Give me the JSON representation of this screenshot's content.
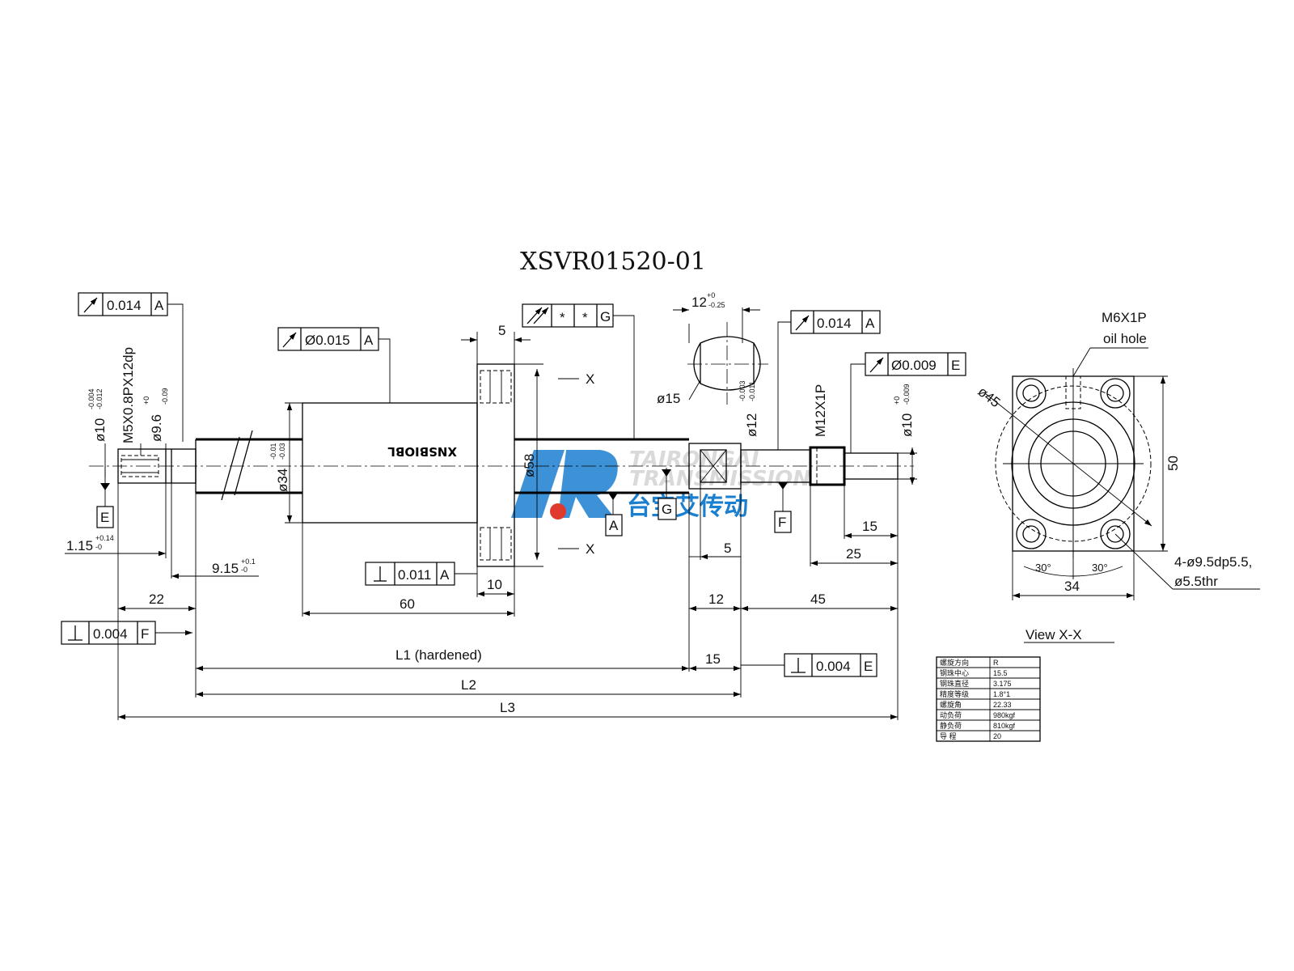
{
  "title": "XSVR01520-01",
  "watermark": {
    "name_en_1": "TAIRONGAI",
    "name_en_2": "TRANSMISSION",
    "name_cn": "台宝艾传动",
    "colors": {
      "blue": "#1b7fd0",
      "red": "#e03a2f",
      "gray": "#cfcfcf"
    }
  },
  "gdt": {
    "left_runout": {
      "value": "0.014",
      "datum": "A"
    },
    "nut_runout": {
      "value": "Ø0.015",
      "datum": "A"
    },
    "flange_runout": {
      "v1": "*",
      "v2": "*",
      "datum": "G"
    },
    "right_runout": {
      "value": "0.014",
      "datum": "A"
    },
    "end_runout": {
      "value": "Ø0.009",
      "datum": "E"
    },
    "flange_perp": {
      "value": "0.011",
      "datum": "A"
    },
    "left_perp": {
      "value": "0.004",
      "datum": "F"
    },
    "right_perp": {
      "value": "0.004",
      "datum": "E"
    }
  },
  "datums": {
    "a": "A",
    "g": "G",
    "f": "F",
    "e": "E"
  },
  "dims": {
    "d_left_shaft": "ø10",
    "d_left_shaft_tol_up": "-0.004",
    "d_left_shaft_tol_lo": "-0.012",
    "thread_left": "M5X0.8PX12dp",
    "d_groove": "ø9.6",
    "d_groove_tol_up": "+0",
    "d_groove_tol_lo": "-0.09",
    "d_nut": "ø34",
    "d_nut_tol_up": "-0.01",
    "d_nut_tol_lo": "-0.03",
    "d_flange": "ø58",
    "flange_w": "5",
    "key_w": "12",
    "key_w_tol_up": "+0",
    "key_w_tol_lo": "-0.25",
    "key_d": "ø15",
    "d_right_shaft": "ø12",
    "d_right_shaft_tol_up": "-0.003",
    "d_right_shaft_tol_lo": "-0.011",
    "thread_right": "M12X1P",
    "d_end": "ø10",
    "d_end_tol_up": "+0",
    "d_end_tol_lo": "-0.009",
    "snap_1": "1.15",
    "snap_1_tol_up": "+0.14",
    "snap_1_tol_lo": "-0",
    "snap_2": "9.15",
    "snap_2_tol_up": "+0.1",
    "snap_2_tol_lo": "-0",
    "len_22": "22",
    "len_60": "60",
    "len_10": "10",
    "len_5": "5",
    "len_12": "12",
    "len_45": "45",
    "len_15a": "15",
    "len_25": "25",
    "len_15b": "15",
    "l1": "L1 (hardened)",
    "l2": "L2",
    "l3": "L3",
    "x_mark": "X"
  },
  "view": {
    "oil_1": "M6X1P",
    "oil_2": "oil hole",
    "d_pcd": "ø45",
    "h50": "50",
    "w34": "34",
    "ang1": "30°",
    "ang2": "30°",
    "holes_1": "4-ø9.5dp5.5,",
    "holes_2": "ø5.5thr",
    "caption": "View  X-X"
  },
  "spec_table": [
    [
      "螺旋方向",
      "R"
    ],
    [
      "钢珠中心",
      "15.5"
    ],
    [
      "钢珠直径",
      "3.175"
    ],
    [
      "精度等级",
      "1.8°1"
    ],
    [
      "螺旋角",
      "22.33"
    ],
    [
      "动负荷",
      "980kgf"
    ],
    [
      "静负荷",
      "810kgf"
    ],
    [
      "导 程",
      "20"
    ]
  ]
}
